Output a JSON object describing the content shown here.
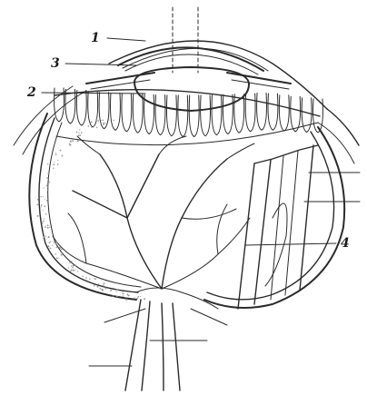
{
  "labels": {
    "l1": "1",
    "l2": "2",
    "l3": "3",
    "l4": "4"
  },
  "colors": {
    "ink": "#2a2a2a",
    "paper": "#ffffff",
    "shade": "#9a9a9a"
  }
}
